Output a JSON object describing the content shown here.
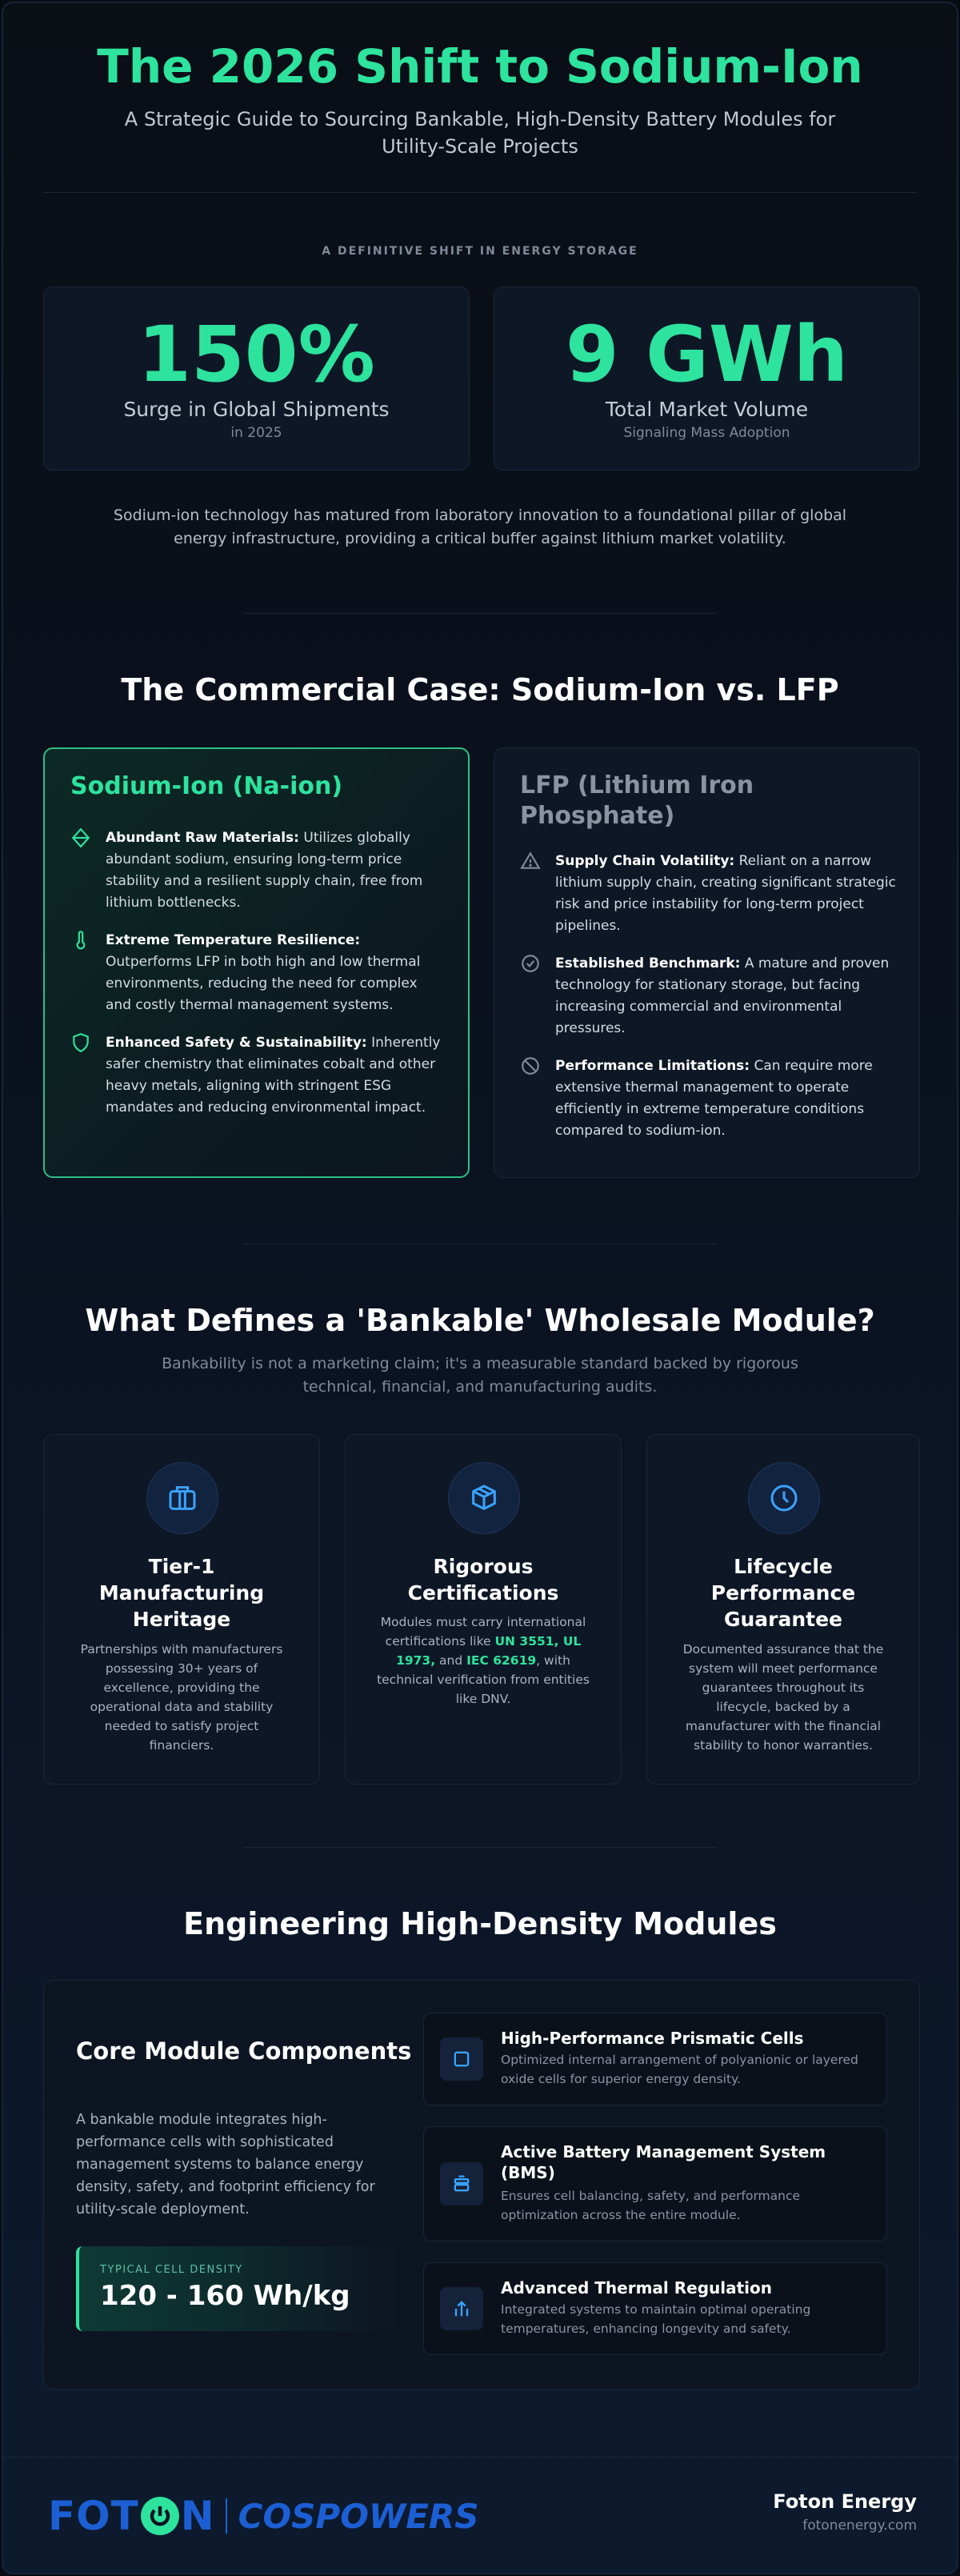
{
  "header": {
    "title": "The 2026 Shift to Sodium-Ion",
    "subtitle": "A Strategic Guide to Sourcing Bankable, High-Density Battery Modules for Utility-Scale Projects"
  },
  "stats": {
    "kicker": "A DEFINITIVE SHIFT IN ENERGY STORAGE",
    "items": [
      {
        "value": "150%",
        "label": "Surge in Global Shipments",
        "sub": "in 2025"
      },
      {
        "value": "9 GWh",
        "label": "Total Market Volume",
        "sub": "Signaling Mass Adoption"
      }
    ],
    "intro": "Sodium-ion technology has matured from laboratory innovation to a foundational pillar of global energy infrastructure, providing a critical buffer against lithium market volatility."
  },
  "comparison": {
    "title": "The Commercial Case: Sodium-Ion vs. LFP",
    "sodium": {
      "title": "Sodium-Ion (Na-ion)",
      "items": [
        {
          "icon": "diamond-icon",
          "bold": "Abundant Raw Materials:",
          "text": " Utilizes globally abundant sodium, ensuring long-term price stability and a resilient supply chain, free from lithium bottlenecks."
        },
        {
          "icon": "thermometer-icon",
          "bold": "Extreme Temperature Resilience:",
          "text": " Outperforms LFP in both high and low thermal environments, reducing the need for complex and costly thermal management systems."
        },
        {
          "icon": "shield-icon",
          "bold": "Enhanced Safety & Sustainability:",
          "text": " Inherently safer chemistry that eliminates cobalt and other heavy metals, aligning with stringent ESG mandates and reducing environmental impact."
        }
      ]
    },
    "lfp": {
      "title": "LFP (Lithium Iron Phosphate)",
      "items": [
        {
          "icon": "warning-icon",
          "bold": "Supply Chain Volatility:",
          "text": " Reliant on a narrow lithium supply chain, creating significant strategic risk and price instability for long-term project pipelines."
        },
        {
          "icon": "check-circle-icon",
          "bold": "Established Benchmark:",
          "text": " A mature and proven technology for stationary storage, but facing increasing commercial and environmental pressures."
        },
        {
          "icon": "ban-icon",
          "bold": "Performance Limitations:",
          "text": " Can require more extensive thermal management to operate efficiently in extreme temperature conditions compared to sodium-ion."
        }
      ]
    }
  },
  "bankable": {
    "title": "What Defines a 'Bankable' Wholesale Module?",
    "subtitle": "Bankability is not a marketing claim; it's a measurable standard backed by rigorous technical, financial, and manufacturing audits.",
    "cards": [
      {
        "icon": "briefcase-icon",
        "title": "Tier-1 Manufacturing Heritage",
        "text": "Partnerships with manufacturers possessing 30+ years of excellence, providing the operational data and stability needed to satisfy project financiers."
      },
      {
        "icon": "box-icon",
        "title": "Rigorous Certifications",
        "text_a": "Modules must carry international certifications like ",
        "cert1": "UN 3551, UL 1973,",
        "text_b": " and ",
        "cert2": "IEC 62619",
        "text_c": ", with technical verification from entities like DNV."
      },
      {
        "icon": "clock-icon",
        "title": "Lifecycle Performance Guarantee",
        "text": "Documented assurance that the system will meet performance guarantees throughout its lifecycle, backed by a manufacturer with the financial stability to honor warranties."
      }
    ]
  },
  "engineering": {
    "title": "Engineering High-Density Modules",
    "core_title": "Core Module Components",
    "core_text": "A bankable module integrates high-performance cells with sophisticated management systems to balance energy density, safety, and footprint efficiency for utility-scale deployment.",
    "density_label": "TYPICAL CELL DENSITY",
    "density_value": "120 - 160 Wh/kg",
    "features": [
      {
        "icon": "square-icon",
        "title": "High-Performance Prismatic Cells",
        "text": "Optimized internal arrangement of polyanionic or layered oxide cells for superior energy density."
      },
      {
        "icon": "battery-icon",
        "title": "Active Battery Management System (BMS)",
        "text": "Ensures cell balancing, safety, and performance optimization across the entire module."
      },
      {
        "icon": "thermal-icon",
        "title": "Advanced Thermal Regulation",
        "text": "Integrated systems to maintain optimal operating temperatures, enhancing longevity and safety."
      }
    ]
  },
  "footer": {
    "logo_left": "FOT",
    "logo_right": "N",
    "logo_brand": "COSPOWERS",
    "company": "Foton Energy",
    "website": "fotonenergy.com"
  },
  "colors": {
    "accent": "#2de39d",
    "background": "#0a0e15",
    "card": "#0e1726",
    "icon_blue": "#3aa3ff",
    "logo_blue": "#1c5fd4"
  }
}
